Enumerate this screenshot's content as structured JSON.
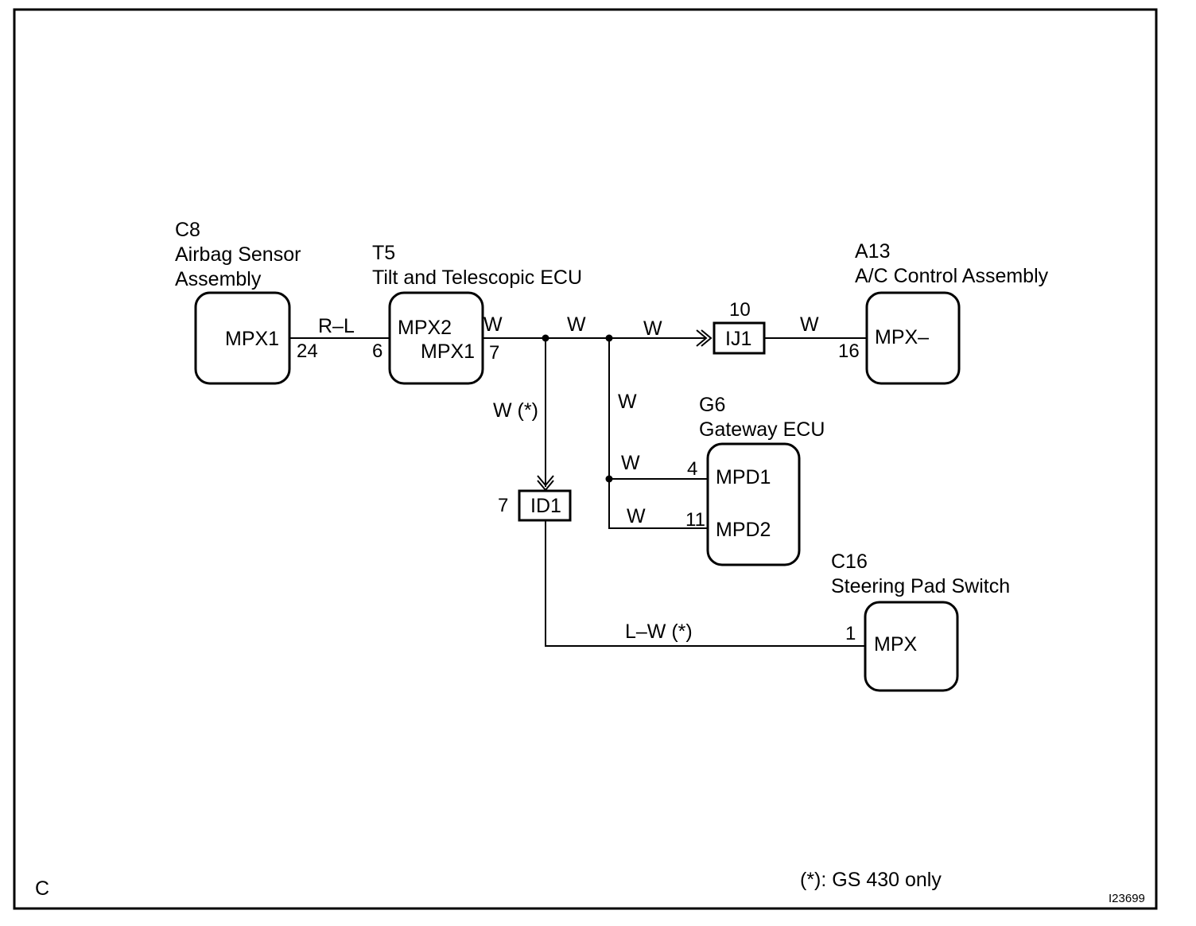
{
  "components": {
    "c8": {
      "code": "C8",
      "name_line1": "Airbag Sensor",
      "name_line2": "Assembly",
      "terminal": "MPX1",
      "pin": "24"
    },
    "t5": {
      "code": "T5",
      "name": "Tilt and Telescopic ECU",
      "terminal_in": "MPX2",
      "terminal_out": "MPX1",
      "pin_in": "6",
      "pin_out": "7"
    },
    "a13": {
      "code": "A13",
      "name": "A/C Control Assembly",
      "terminal": "MPX–",
      "pin": "16"
    },
    "g6": {
      "code": "G6",
      "name": "Gateway ECU",
      "terminal1": "MPD1",
      "terminal2": "MPD2",
      "pin1": "4",
      "pin2": "11"
    },
    "c16": {
      "code": "C16",
      "name": "Steering Pad Switch",
      "terminal": "MPX",
      "pin": "1"
    }
  },
  "connectors": {
    "ij1": {
      "label": "IJ1",
      "pin": "10"
    },
    "id1": {
      "label": "ID1",
      "pin": "7"
    }
  },
  "wires": {
    "c8_t5": "R–L",
    "t5_out": "W",
    "trunk": "W",
    "to_ij1": "W",
    "ij1_a13": "W",
    "to_id1": "W (*)",
    "branch_g6": "W",
    "g6_pin4": "W",
    "g6_pin11": "W",
    "id1_c16": "L–W (*)"
  },
  "footer": {
    "corner_letter": "C",
    "note": "(*): GS 430 only",
    "figure_id": "I23699"
  }
}
